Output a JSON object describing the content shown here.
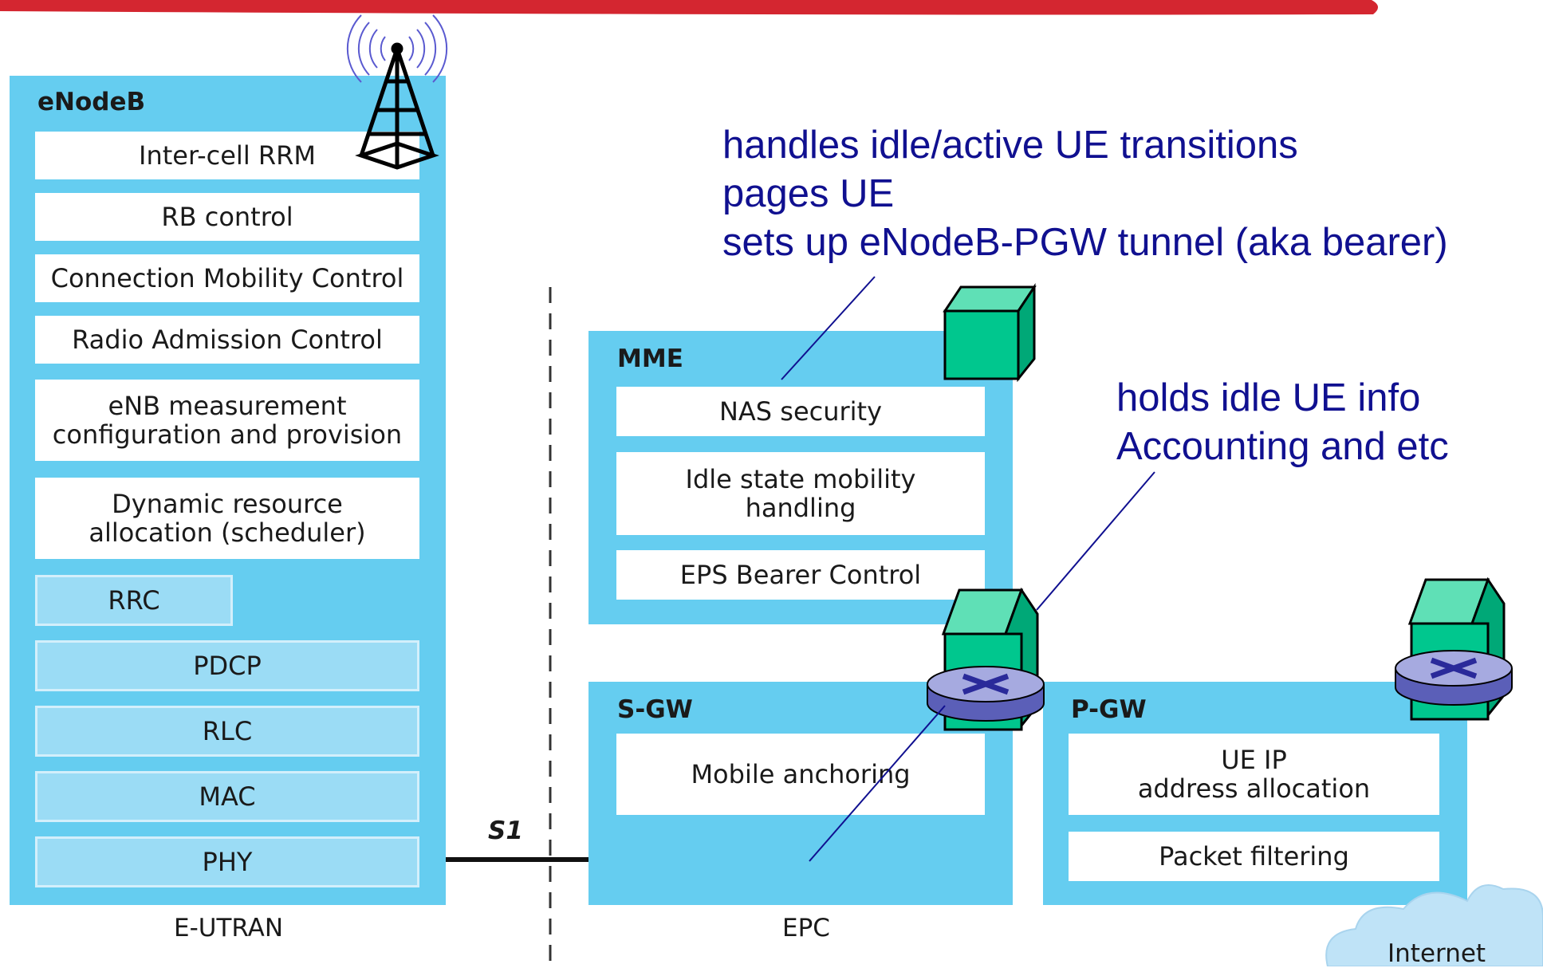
{
  "enodeb": {
    "title": "eNodeB",
    "blocks": [
      "Inter-cell RRM",
      "RB control",
      "Connection Mobility Control",
      "Radio Admission Control",
      "eNB measurement\nconfiguration and provision",
      "Dynamic resource\nallocation (scheduler)"
    ],
    "stack": [
      "RRC",
      "PDCP",
      "RLC",
      "MAC",
      "PHY"
    ]
  },
  "mme": {
    "title": "MME",
    "blocks": [
      "NAS security",
      "Idle state mobility\nhandling",
      "EPS Bearer Control"
    ]
  },
  "sgw": {
    "title": "S-GW",
    "blocks": [
      "Mobile anchoring"
    ]
  },
  "pgw": {
    "title": "P-GW",
    "blocks": [
      "UE IP\naddress allocation",
      "Packet filtering"
    ]
  },
  "interface_label": "S1",
  "captions": {
    "eutran": "E-UTRAN",
    "epc": "EPC",
    "internet": "Internet"
  },
  "annotations": {
    "mme_note": [
      "handles idle/active UE transitions",
      "pages UE",
      "sets up eNodeB-PGW tunnel (aka bearer)"
    ],
    "sgw_note": [
      "holds idle UE info",
      "Accounting and etc"
    ]
  },
  "colors": {
    "panel": "#65cdf0",
    "stack_box": "#9bdcf5",
    "annotation_text": "#101090",
    "top_bar": "#d42630",
    "server": "#00c78e",
    "router": "#8a8fd0"
  },
  "icons": [
    "cell-tower-icon",
    "server-icon",
    "router-icon",
    "cloud-icon"
  ]
}
